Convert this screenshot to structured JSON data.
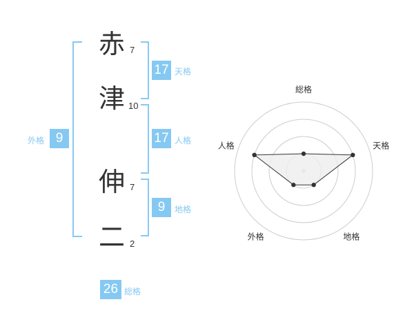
{
  "name": {
    "chars": [
      {
        "char": "赤",
        "strokes": "7"
      },
      {
        "char": "津",
        "strokes": "10"
      },
      {
        "char": "伸",
        "strokes": "7"
      },
      {
        "char": "二",
        "strokes": "2"
      }
    ]
  },
  "fortune": {
    "ten": {
      "value": "17",
      "label": "天格"
    },
    "jin": {
      "value": "17",
      "label": "人格"
    },
    "chi": {
      "value": "9",
      "label": "地格"
    },
    "gai": {
      "value": "9",
      "label": "外格"
    },
    "so": {
      "value": "26",
      "label": "総格"
    }
  },
  "colors": {
    "accent": "#85c9f2",
    "text": "#333333",
    "ring": "#cccccc",
    "fill": "#eeeeee"
  },
  "chart_data": {
    "type": "radar",
    "axes": [
      "総格",
      "天格",
      "地格",
      "外格",
      "人格"
    ],
    "values": [
      1,
      3,
      1,
      1,
      3
    ],
    "max": 4,
    "rings": 4,
    "grid": true
  }
}
